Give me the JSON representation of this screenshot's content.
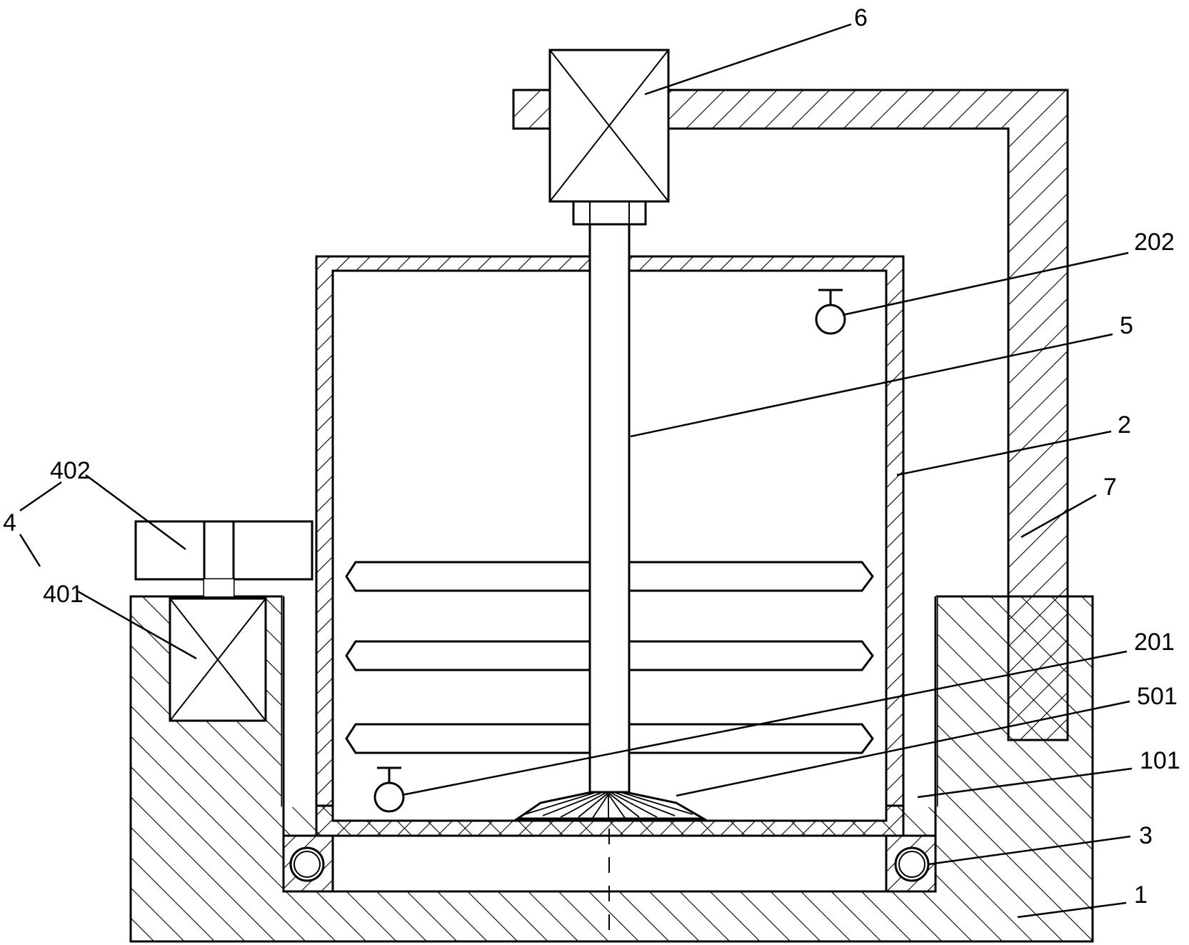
{
  "diagram": {
    "colors": {
      "stroke": "#000000",
      "background": "#ffffff"
    },
    "labels": {
      "base": "1",
      "groove": "101",
      "tank": "2",
      "sensor_lower": "201",
      "sensor_upper": "202",
      "roller": "3",
      "drive_assembly": "4",
      "drive_motor": "401",
      "drive_gear": "402",
      "stirring_shaft": "5",
      "stirring_head": "501",
      "top_motor": "6",
      "support_frame": "7"
    }
  }
}
